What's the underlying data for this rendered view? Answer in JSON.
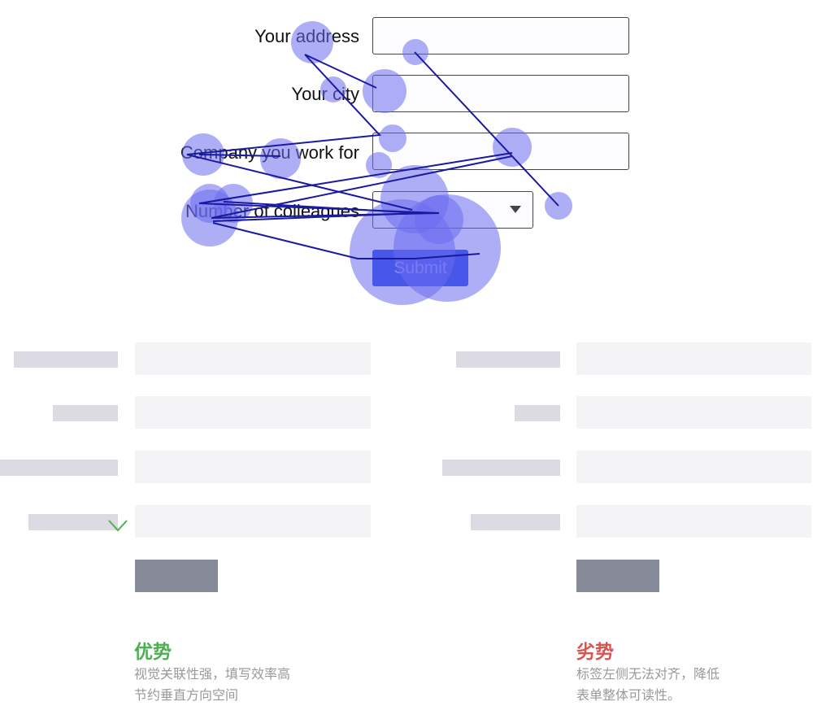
{
  "form": {
    "labels": [
      "Your address",
      "Your city",
      "Company you work for",
      "Number of colleagues"
    ],
    "submit_label": "Submit"
  },
  "comparison": {
    "pros": {
      "title": "优势",
      "lines": [
        "视觉关联性强，填写效率高",
        "节约垂直方向空间"
      ],
      "color": "#4caf50"
    },
    "cons": {
      "title": "劣势",
      "lines": [
        "标签左侧无法对齐，降低",
        "表单整体可读性。"
      ],
      "color": "#d9534f"
    }
  },
  "colors": {
    "gaze": "#6b6cf0",
    "button": "#1a3fe0",
    "wire_button": "#868a99"
  }
}
